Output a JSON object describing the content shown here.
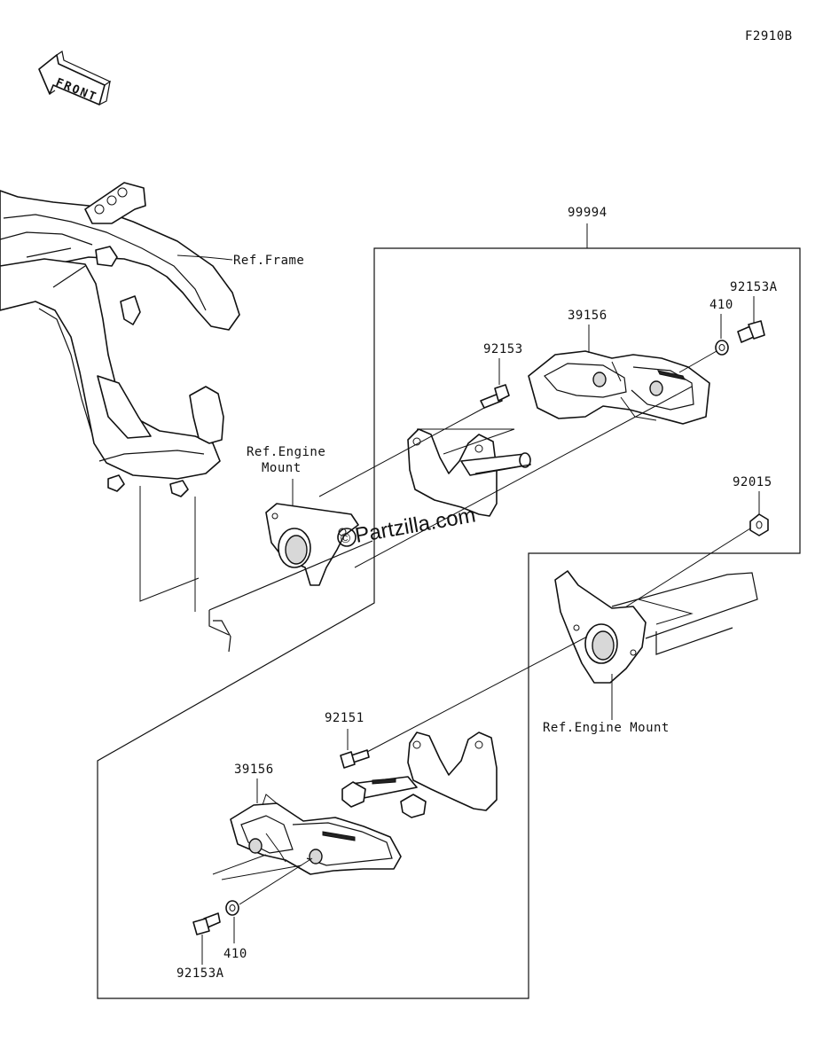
{
  "diagram_code": "F2910B",
  "front_arrow_label": "FRONT",
  "labels": {
    "kit": "99994",
    "ref_frame": "Ref.Frame",
    "ref_engine_mount_top_line1": "Ref.Engine",
    "ref_engine_mount_top_line2": "Mount",
    "ref_engine_mount_bottom": "Ref.Engine Mount",
    "bolt_upper_right": "92153A",
    "washer_upper": "410",
    "slider_upper": "39156",
    "bolt_upper": "92153",
    "nut": "92015",
    "bolt_lower": "92151",
    "slider_lower": "39156",
    "washer_lower": "410",
    "bolt_lower_left": "92153A"
  },
  "watermark": "Partzilla.com",
  "watermark_symbol": "©",
  "colors": {
    "line": "#111111",
    "background": "#ffffff",
    "shade": "#d8d8d8"
  }
}
